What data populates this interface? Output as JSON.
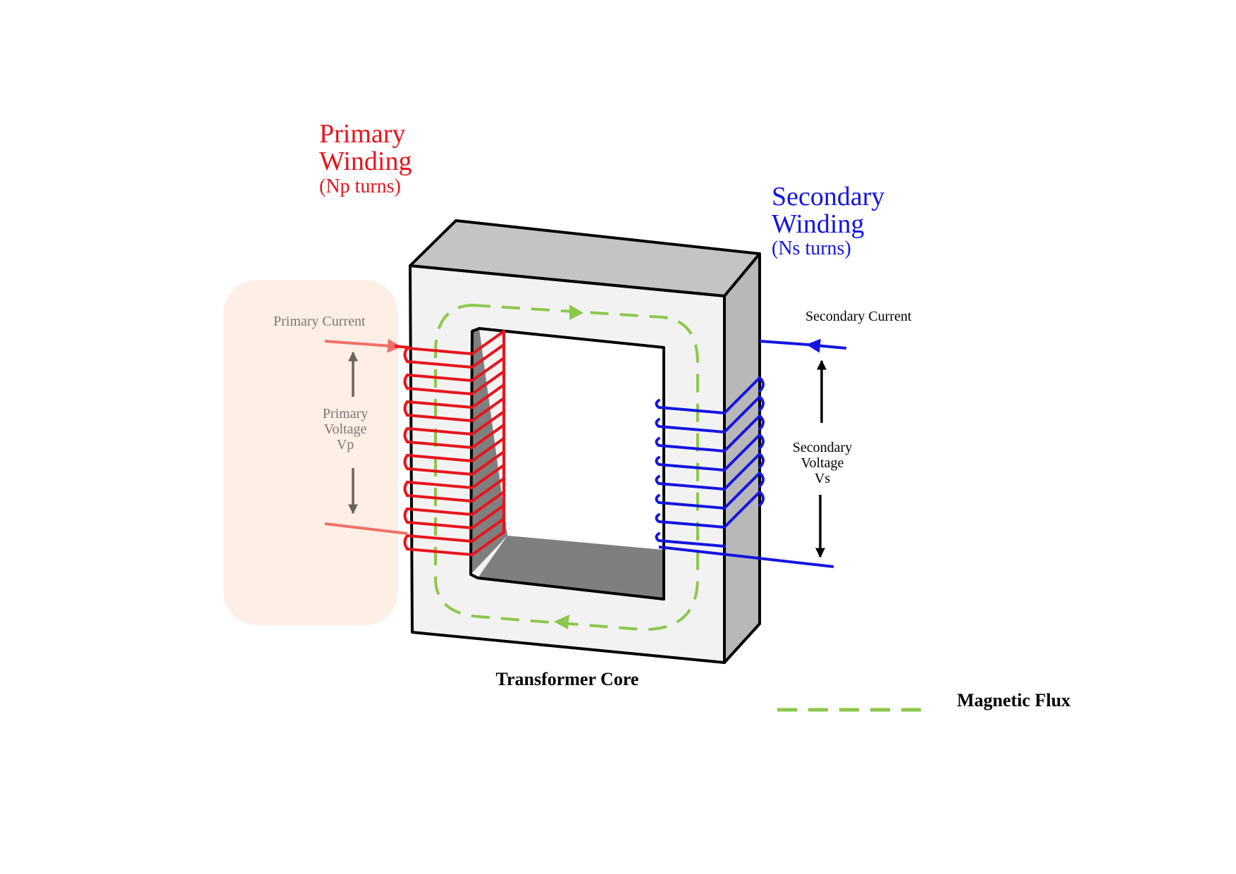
{
  "primary": {
    "title_line1": "Primary",
    "title_line2": "Winding",
    "turns": "(Np turns)",
    "current": "Primary Current",
    "voltage_line1": "Primary",
    "voltage_line2": "Voltage",
    "voltage_line3": "Vp",
    "color": "#e8141c",
    "panel_color": "#fdeee6"
  },
  "secondary": {
    "title_line1": "Secondary",
    "title_line2": "Winding",
    "turns": "(Ns turns)",
    "current": "Secondary Current",
    "voltage_line1": "Secondary",
    "voltage_line2": "Voltage",
    "voltage_line3": "Vs",
    "color": "#1414e0"
  },
  "core": {
    "label": "Transformer Core",
    "front_color": "#f2f2f2",
    "side_color": "#b8b8b8",
    "window_shadow_color": "#7f7f7f"
  },
  "legend": {
    "flux_label": "Magnetic Flux",
    "flux_color": "#8cc84b"
  }
}
